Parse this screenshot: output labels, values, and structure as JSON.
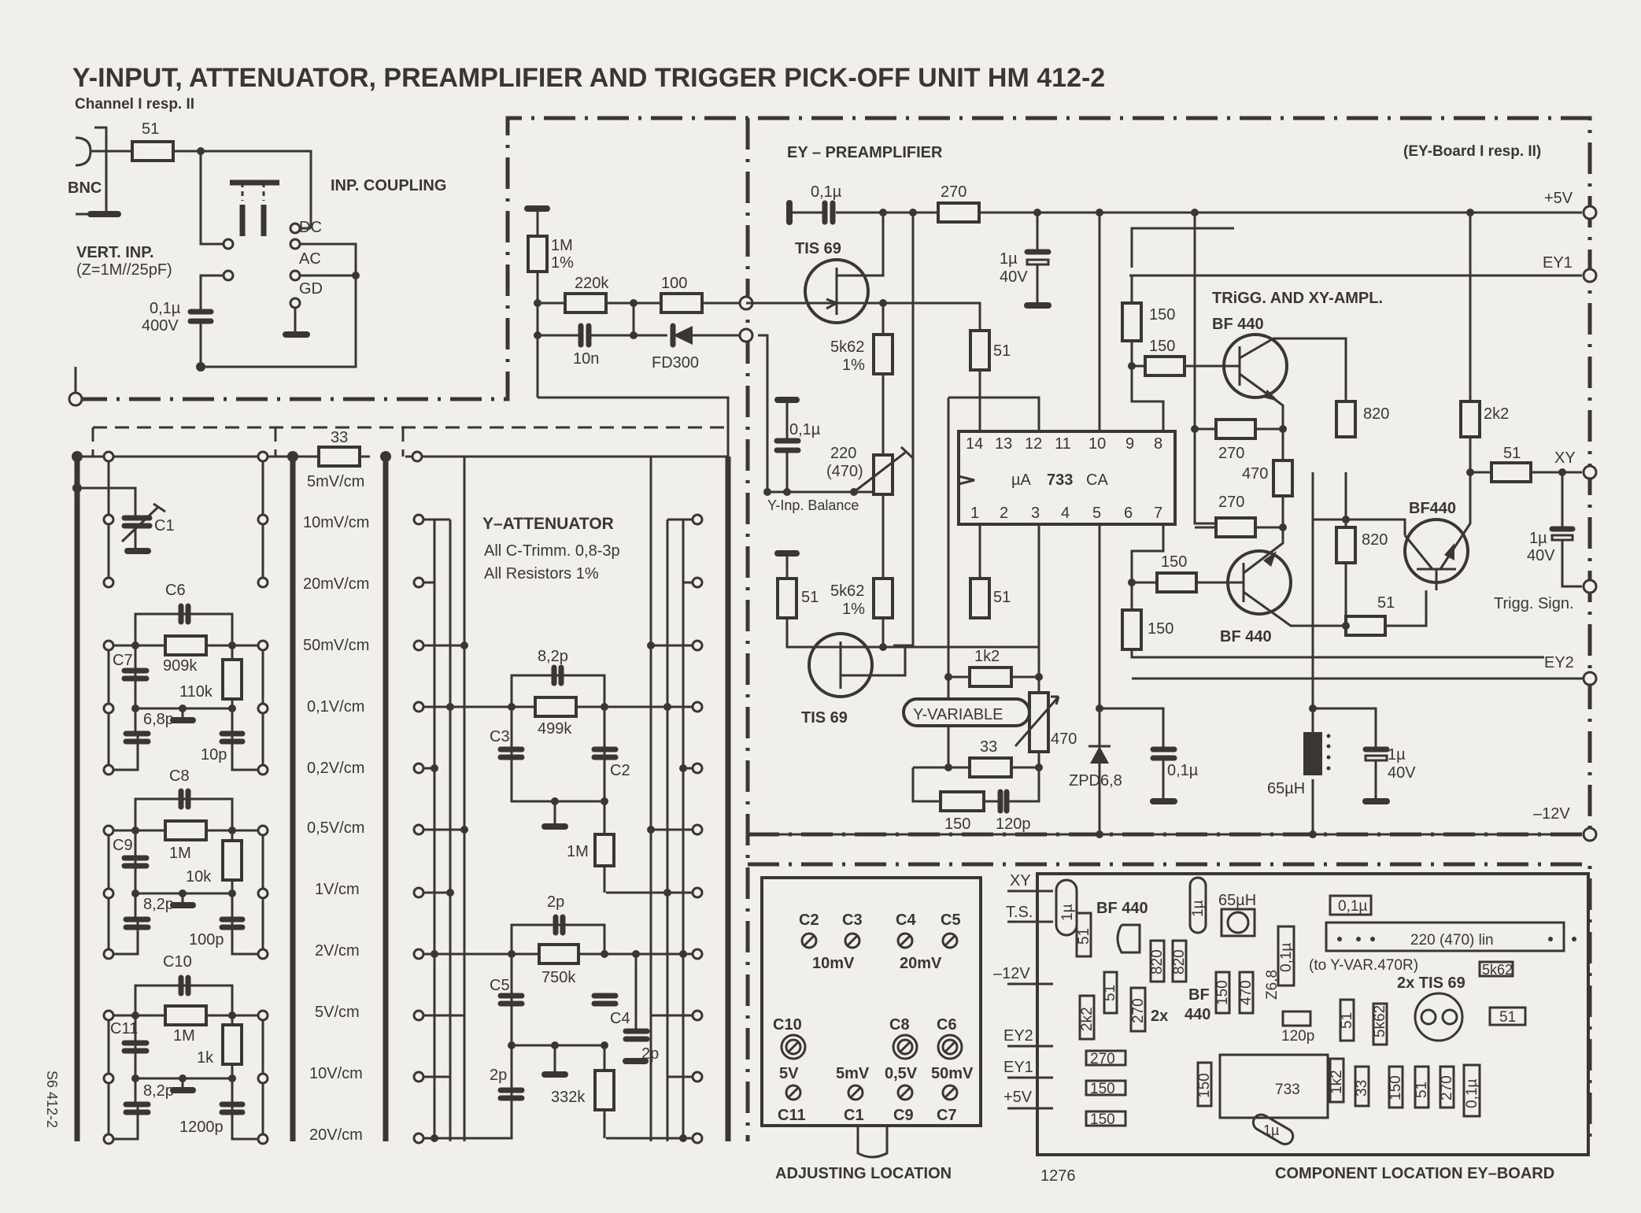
{
  "title": "Y-INPUT, ATTENUATOR, PREAMPLIFIER AND TRIGGER PICK-OFF UNIT HM 412-2",
  "subtitle": "Channel I resp. II",
  "side_code": "S6 412-2",
  "input_section": {
    "bnc_label": "BNC",
    "r_input": "51",
    "coupling_label": "INP. COUPLING",
    "switch_positions": [
      "DC",
      "AC",
      "GD"
    ],
    "vert_inp_label": "VERT. INP.",
    "impedance": "(Z=1M//25pF)",
    "cap_value": "0,1µ",
    "cap_voltage": "400V"
  },
  "protection": {
    "r1": "1M",
    "r1_tol": "1%",
    "r2": "220k",
    "r3": "100",
    "cap": "10n",
    "diode": "FD300"
  },
  "attenuator": {
    "title": "Y–ATTENUATOR",
    "note1": "All C-Trimm. 0,8-3p",
    "note2": "All Resistors 1%",
    "r_series": "33",
    "ranges": [
      "5mV/cm",
      "10mV/cm",
      "20mV/cm",
      "50mV/cm",
      "0,1V/cm",
      "0,2V/cm",
      "0,5V/cm",
      "1V/cm",
      "2V/cm",
      "5V/cm",
      "10V/cm",
      "20V/cm"
    ],
    "c1": "C1",
    "stage1": {
      "ct": "C6",
      "cb": "C7",
      "r1": "909k",
      "r2": "110k",
      "c_fix": "6,8p",
      "c_out": "10p"
    },
    "stage2": {
      "ct": "C8",
      "cb": "C9",
      "r1": "1M",
      "r2": "10k",
      "c_fix": "8,2p",
      "c_out": "100p"
    },
    "stage3": {
      "ct": "C10",
      "cb": "C11",
      "r1": "1M",
      "r2": "1k",
      "c_fix": "8,2p",
      "c_out": "1200p"
    },
    "mid1": {
      "c_par": "8,2p",
      "r": "499k",
      "ct_l": "C3",
      "ct_r": "C2",
      "r_out": "1M"
    },
    "mid2": {
      "c_par": "2p",
      "r": "750k",
      "ct_l": "C5",
      "ct_r": "C4",
      "c_l": "2p",
      "c_r": "2p",
      "r_out": "332k"
    }
  },
  "preamp": {
    "title": "EY – PREAMPLIFIER",
    "board_label": "(EY-Board I resp. II)",
    "c_in": "0,1µ",
    "r_supply": "270",
    "c_supply": "1µ",
    "c_supply_v": "40V",
    "fet_top": "TIS 69",
    "fet_bot": "TIS 69",
    "r_5k62_top": "5k62",
    "r_5k62_top_tol": "1%",
    "r_5k62_bot": "5k62",
    "r_5k62_bot_tol": "1%",
    "r_51_a": "51",
    "r_51_b": "51",
    "r_51_c": "51",
    "c_bal": "0,1µ",
    "pot_bal": "220",
    "pot_bal_alt": "(470)",
    "bal_label": "Y-Inp. Balance",
    "ic_name_prefix": "µA",
    "ic_name": "733",
    "ic_suffix": "CA",
    "ic_pins_top": [
      "14",
      "13",
      "12",
      "11",
      "10",
      "9",
      "8"
    ],
    "ic_pins_bot": [
      "1",
      "2",
      "3",
      "4",
      "5",
      "6",
      "7"
    ],
    "r_1k2": "1k2",
    "yvar_label": "Y-VARIABLE",
    "pot_yvar": "470",
    "r_33": "33",
    "r_150": "150",
    "c_120p": "120p",
    "zener": "ZPD6,8",
    "c_zener": "0,1µ",
    "inductor": "65µH",
    "c_neg": "1µ",
    "c_neg_v": "40V"
  },
  "trigger": {
    "title": "TRiGG. AND XY-AMPL.",
    "q1": "BF 440",
    "q2": "BF 440",
    "q3": "BF440",
    "r150_a": "150",
    "r150_b": "150",
    "r150_c": "150",
    "r150_d": "150",
    "r270_a": "270",
    "r270_b": "270",
    "r470": "470",
    "r820_a": "820",
    "r820_b": "820",
    "r2k2": "2k2",
    "r51_out": "51",
    "r51_e": "51",
    "c_out": "1µ",
    "c_out_v": "40V"
  },
  "connectors": [
    {
      "id": "plus5v",
      "label": "+5V"
    },
    {
      "id": "ey1",
      "label": "EY1"
    },
    {
      "id": "xy",
      "label": "XY"
    },
    {
      "id": "trigg",
      "label": "Trigg. Sign."
    },
    {
      "id": "ey2",
      "label": "EY2"
    },
    {
      "id": "minus12v",
      "label": "–12V"
    }
  ],
  "adjusting": {
    "title": "ADJUSTING LOCATION",
    "top_row": [
      "C2",
      "C3",
      "C4",
      "C5"
    ],
    "top_groups": [
      "10mV",
      "20mV"
    ],
    "mid_row": [
      "C10",
      "C8",
      "C6"
    ],
    "mid_values": [
      "5V",
      "5mV",
      "0,5V",
      "50mV"
    ],
    "bottom_row": [
      "C11",
      "C1",
      "C9",
      "C7"
    ]
  },
  "pcb": {
    "title": "COMPONENT LOCATION EY–BOARD",
    "number": "1276",
    "edge_labels": [
      "XY",
      "T.S.",
      "–12V",
      "EY2",
      "EY1",
      "+5V"
    ],
    "parts": {
      "c1u_a": "1µ",
      "r51_a": "51",
      "bf440_a": "BF 440",
      "r820_a": "820",
      "r820_b": "820",
      "c1u_b": "1µ",
      "l65": "65µH",
      "c01_a": "0,1µ",
      "c01_b": "0,1µ",
      "pot": "220 (470) lin",
      "pot_note": "(to Y-VAR.470R)",
      "r5k62_a": "5k62",
      "tis": "2x TIS 69",
      "r51_b": "51",
      "r2k2": "2k2",
      "r51_c": "51",
      "r270_a": "270",
      "bf440_b": "2x",
      "bf440_c": "BF",
      "bf440_d": "440",
      "r150_a": "150",
      "r470": "470",
      "z68": "Z6,8",
      "c120": "120p",
      "r51_d": "51",
      "r5k62_b": "5k62",
      "r270_b": "270",
      "r150_b": "150",
      "r150_c": "150",
      "r150_d": "150",
      "ic": "733",
      "r1k2": "1k2",
      "r33": "33",
      "r150_e": "150",
      "r51_e": "51",
      "r270_c": "270",
      "c01_c": "0,1µ",
      "c1u_c": "1µ"
    }
  }
}
